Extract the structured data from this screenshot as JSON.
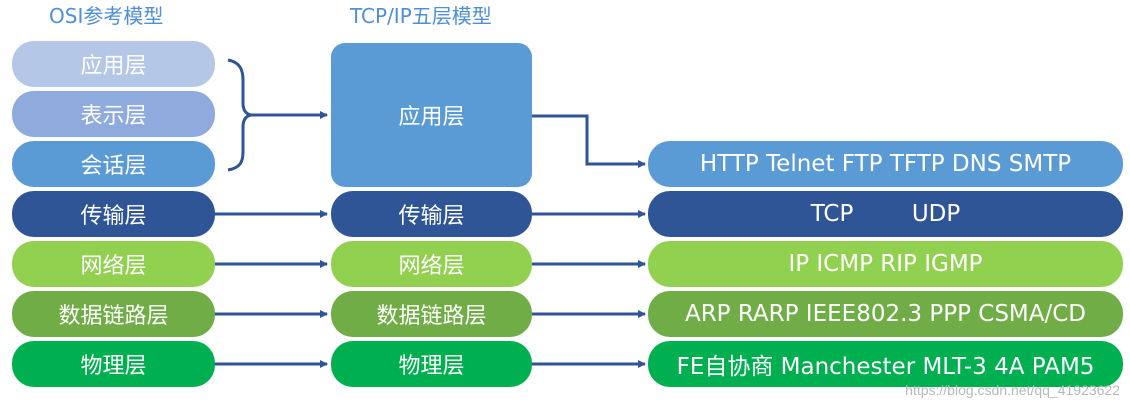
{
  "titles": {
    "osi": "OSI参考模型",
    "tcpip": "TCP/IP五层模型"
  },
  "osi_layers": [
    "应用层",
    "表示层",
    "会话层",
    "传输层",
    "网络层",
    "数据链路层",
    "物理层"
  ],
  "tcpip_layers": [
    "应用层",
    "传输层",
    "网络层",
    "数据链路层",
    "物理层"
  ],
  "protocols": [
    "HTTP Telnet FTP TFTP DNS SMTP",
    "TCP        UDP",
    "IP ICMP RIP IGMP",
    "ARP RARP IEEE802.3 PPP CSMA/CD",
    "FE自协商 Manchester MLT-3 4A PAM5"
  ],
  "watermark": "https://blog.csdn.net/qq_41923622",
  "colors": {
    "application": "#b4c7e7",
    "presentation": "#8faadc",
    "session": "#5b9bd5",
    "transport": "#2f5597",
    "network": "#92d050",
    "datalink": "#70ad47",
    "physical": "#00b050",
    "arrow": "#2f5597",
    "title": "#4f8fd6"
  }
}
